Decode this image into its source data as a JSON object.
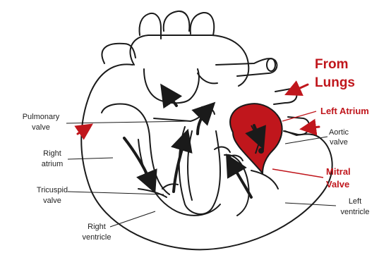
{
  "labels": {
    "from_lungs_1": "From",
    "from_lungs_2": "Lungs",
    "left_atrium": "Left Atrium",
    "pulmonary_valve_1": "Pulmonary",
    "pulmonary_valve_2": "valve",
    "aortic_valve_1": "Aortic",
    "aortic_valve_2": "valve",
    "right_atrium_1": "Right",
    "right_atrium_2": "atrium",
    "mitral_valve_1": "Mitral",
    "mitral_valve_2": "Valve",
    "tricuspid_valve_1": "Tricuspid",
    "tricuspid_valve_2": "valve",
    "left_ventricle_1": "Left",
    "left_ventricle_2": "ventricle",
    "right_ventricle_1": "Right",
    "right_ventricle_2": "ventricle"
  },
  "colors": {
    "highlight": "#c0161c",
    "outline": "#1a1a1a",
    "text": "#222222"
  }
}
